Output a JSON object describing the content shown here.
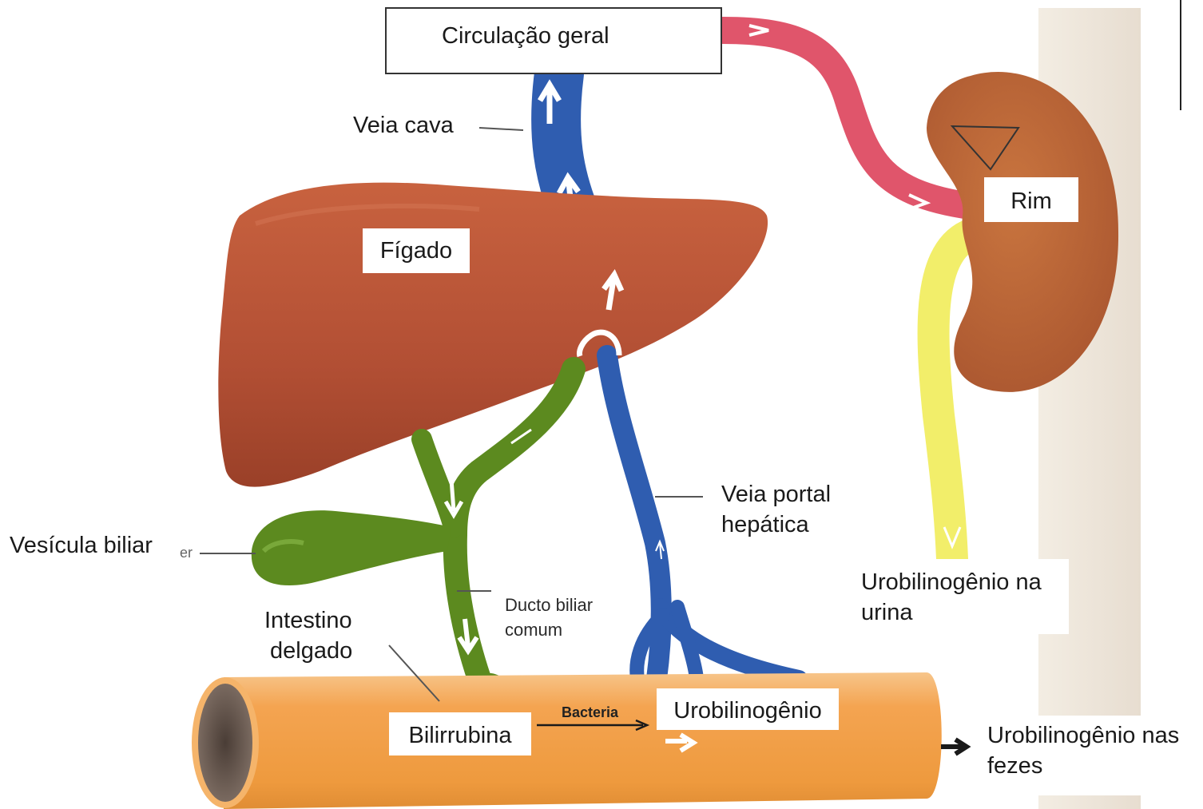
{
  "labels": {
    "circulacao": "Circulação geral",
    "veia_cava": "Veia cava",
    "figado": "Fígado",
    "rim": "Rim",
    "vesicula": "Vesícula biliar",
    "vesicula_fragment": "er",
    "veia_portal_1": "Veia portal",
    "veia_portal_2": "hepática",
    "ducto_1": "Ducto biliar",
    "ducto_2": "comum",
    "intestino_1": "Intestino",
    "intestino_2": "delgado",
    "bilirrubina": "Bilirrubina",
    "bacteria": "Bacteria",
    "urobilinogenio": "Urobilinogênio",
    "uro_urina_1": "Urobilinogênio na",
    "uro_urina_2": "urina",
    "uro_fezes_1": "Urobilinogênio nas",
    "uro_fezes_2": "fezes"
  },
  "colors": {
    "liver": "#b7553a",
    "kidney": "#b9663d",
    "vein": "#2f5db0",
    "artery": "#e0556b",
    "bile": "#5c8a1f",
    "urine": "#f2ee6a",
    "intestine": "#f2a04a"
  }
}
